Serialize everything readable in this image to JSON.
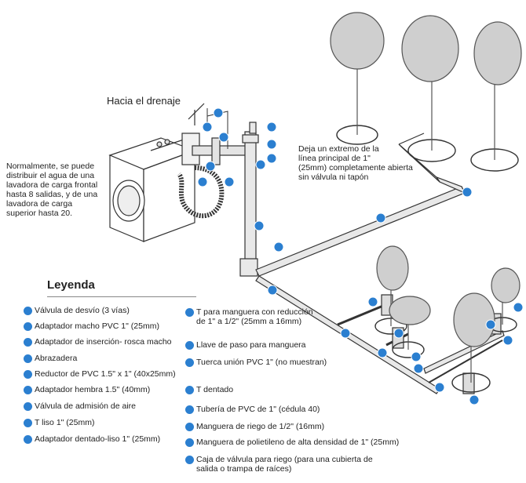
{
  "labels": {
    "drain": "Hacia el drenaje",
    "note_left": [
      "Normalmente, se puede",
      "distribuir el agua de una",
      "lavadora de carga frontal",
      "hasta 8 salidas, y de una",
      "lavadora de carga",
      "superior hasta 20."
    ],
    "note_right": [
      "Deja un extremo de la",
      "línea principal de 1\"",
      "(25mm) completamente abierta",
      "sin válvula ni tapón"
    ]
  },
  "legend": {
    "title": "Leyenda",
    "items_left": [
      "Válvula de desvío (3 vías)",
      "Adaptador macho PVC 1\" (25mm)",
      "Adaptador de inserción- rosca macho",
      "Abrazadera",
      "Reductor de PVC 1.5\" x 1\" (40x25mm)",
      "Adaptador hembra 1.5\" (40mm)",
      "Válvula de admisión de aire",
      "T liso 1\" (25mm)",
      "Adaptador dentado-liso 1\" (25mm)"
    ],
    "items_right": [
      [
        "T para manguera con reducción",
        "de 1\" a 1/2\" (25mm a 16mm)"
      ],
      [
        "Llave de paso para manguera"
      ],
      [
        "Tuerca unión PVC 1\" (no muestran)"
      ],
      [
        "T dentado"
      ],
      [
        "Tubería de PVC de 1\" (cédula 40)"
      ],
      [
        "Manguera de riego de 1/2\" (16mm)"
      ],
      [
        "Manguera de polietileno de alta densidad de 1\" (25mm)"
      ],
      [
        "Caja de válvula para riego (para una cubierta de",
        "salida o trampa de raíces)"
      ]
    ]
  },
  "colors": {
    "marker": "#2b7fd0",
    "pipe": "#d9d9d9",
    "line": "#333333"
  }
}
